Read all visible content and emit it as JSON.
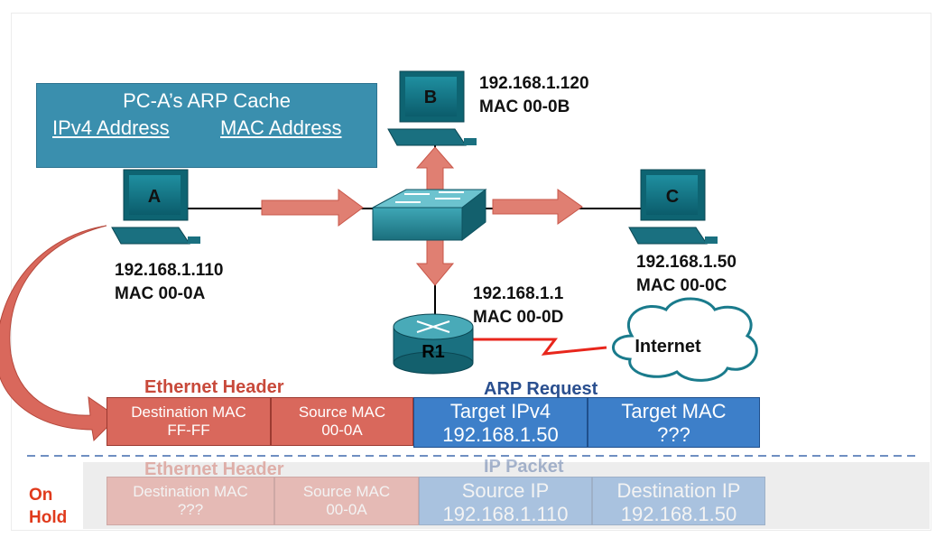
{
  "arp_cache": {
    "title": "PC-A’s ARP Cache",
    "col_ip": "IPv4 Address",
    "col_mac": "MAC Address"
  },
  "hosts": {
    "a": {
      "label": "A",
      "ip": "192.168.1.110",
      "mac": "MAC 00-0A"
    },
    "b": {
      "label": "B",
      "ip": "192.168.1.120",
      "mac": "MAC 00-0B"
    },
    "c": {
      "label": "C",
      "ip": "192.168.1.50",
      "mac": "MAC 00-0C"
    },
    "r1": {
      "label": "R1",
      "ip": "192.168.1.1",
      "mac": "MAC 00-0D"
    }
  },
  "internet": {
    "label": "Internet"
  },
  "arp_frame": {
    "ethernet_header_label": "Ethernet Header",
    "arp_request_label": "ARP Request",
    "cells": [
      {
        "title": "Destination MAC",
        "value": "FF-FF"
      },
      {
        "title": "Source MAC",
        "value": "00-0A"
      },
      {
        "title": "Target IPv4",
        "value": "192.168.1.50"
      },
      {
        "title": "Target MAC",
        "value": "???"
      }
    ]
  },
  "hold_frame": {
    "status_line1": "On",
    "status_line2": "Hold",
    "ethernet_header_label": "Ethernet Header",
    "ip_packet_label": "IP Packet",
    "cells": [
      {
        "title": "Destination MAC",
        "value": "???"
      },
      {
        "title": "Source MAC",
        "value": "00-0A"
      },
      {
        "title": "Source IP",
        "value": "192.168.1.110"
      },
      {
        "title": "Destination IP",
        "value": "192.168.1.50"
      }
    ]
  },
  "colors": {
    "arp_cache_box": "#3a8fae",
    "ethernet_cells": "#d9685c",
    "arp_cells": "#3d7fc9",
    "flow_arrows": "#e07f72",
    "hold_text": "#e03a1c",
    "arp_request_text": "#2a4f8f",
    "ethernet_header_text": "#c8493a"
  }
}
